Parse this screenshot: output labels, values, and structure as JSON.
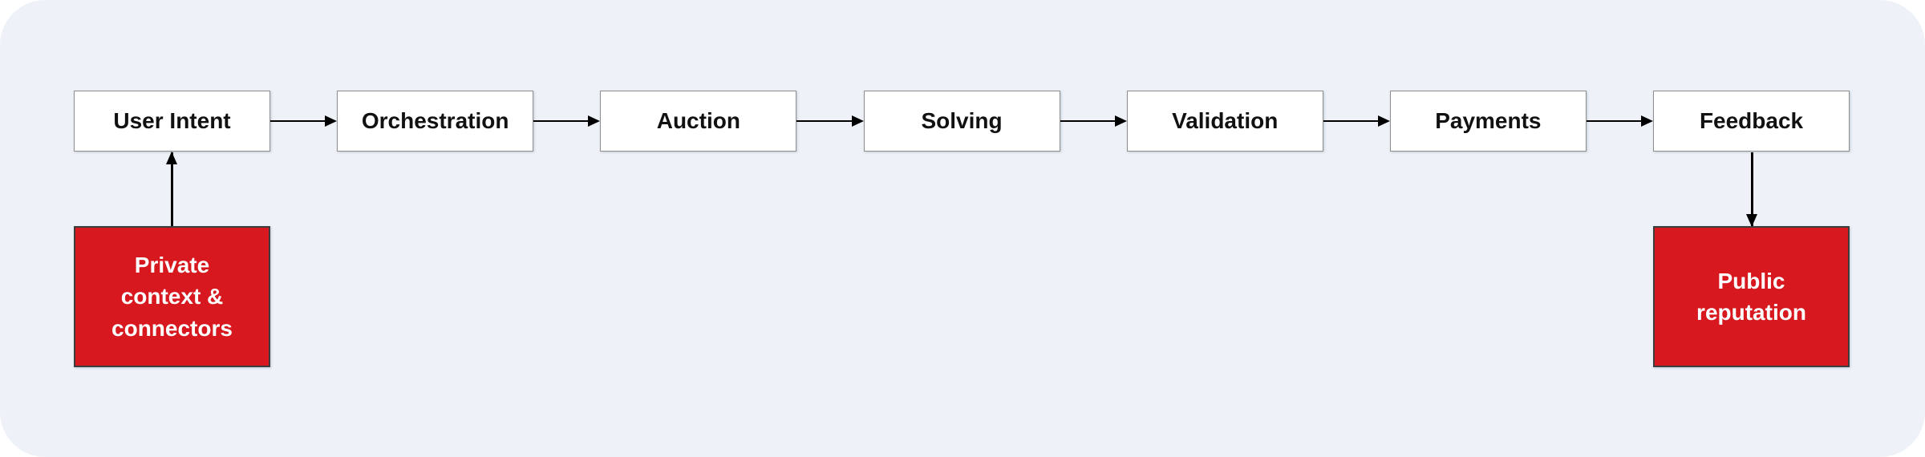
{
  "colors": {
    "canvas_background": "#eef2f8",
    "node_fill": "#ffffff",
    "node_border": "#8f8f8f",
    "node_text": "#111111",
    "accent_fill": "#d7191f",
    "accent_border": "#3d3d3d",
    "accent_text": "#ffffff",
    "arrow": "#000000"
  },
  "flow": {
    "nodes": [
      {
        "id": "user-intent",
        "label": "User Intent"
      },
      {
        "id": "orchestration",
        "label": "Orchestration"
      },
      {
        "id": "auction",
        "label": "Auction"
      },
      {
        "id": "solving",
        "label": "Solving"
      },
      {
        "id": "validation",
        "label": "Validation"
      },
      {
        "id": "payments",
        "label": "Payments"
      },
      {
        "id": "feedback",
        "label": "Feedback"
      }
    ],
    "edges": [
      {
        "from": "user-intent",
        "to": "orchestration",
        "direction": "right"
      },
      {
        "from": "orchestration",
        "to": "auction",
        "direction": "right"
      },
      {
        "from": "auction",
        "to": "solving",
        "direction": "right"
      },
      {
        "from": "solving",
        "to": "validation",
        "direction": "right"
      },
      {
        "from": "validation",
        "to": "payments",
        "direction": "right"
      },
      {
        "from": "payments",
        "to": "feedback",
        "direction": "right"
      },
      {
        "from": "private-context-connectors",
        "to": "user-intent",
        "direction": "up"
      },
      {
        "from": "feedback",
        "to": "public-reputation",
        "direction": "down"
      }
    ]
  },
  "annotations": [
    {
      "id": "private-context-connectors",
      "label": "Private context & connectors"
    },
    {
      "id": "public-reputation",
      "label": "Public reputation"
    }
  ]
}
